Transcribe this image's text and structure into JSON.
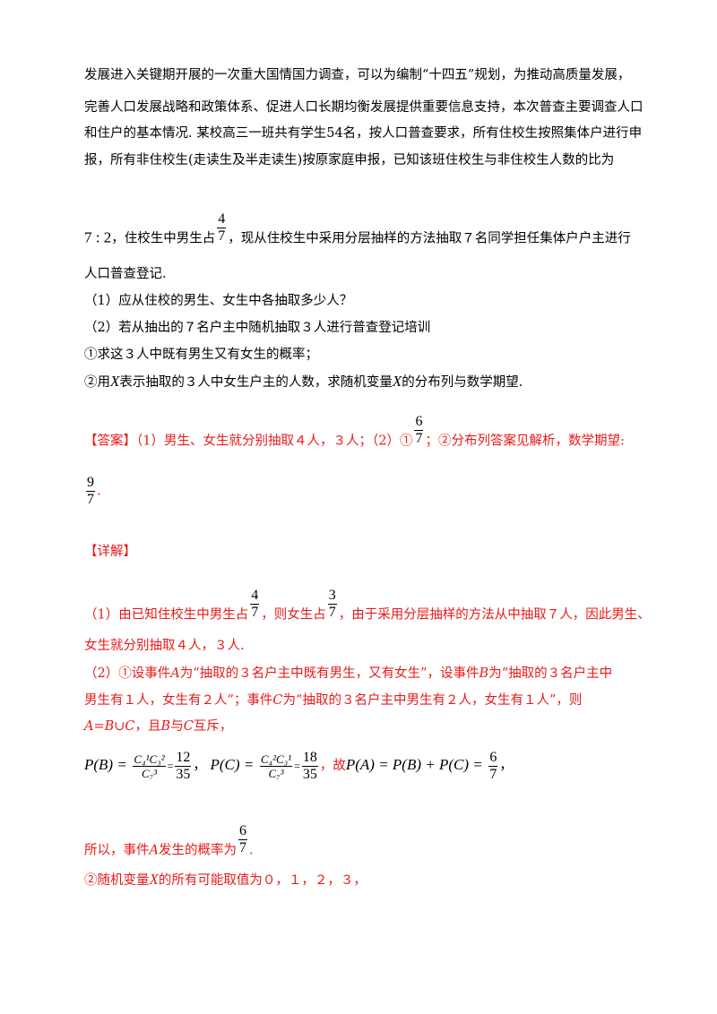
{
  "intro": {
    "line1": "发展进入关键期开展的一次重大国情国力调查，可以为编制“十四五”规划，为推动高质量发展，",
    "line2": "完善人口发展战略和政策体系、促进人口长期均衡发展提供重要信息支持，本次普查主要调查人口",
    "line3": "和住户的基本情况. 某校高三一班共有学生54名，按人口普查要求，所有住校生按照集体户进行申",
    "line4": "报，所有非住校生(走读生及半走读生)按原家庭申报，已知该班住校生与非住校生人数的比为",
    "ratio": "7 : 2",
    "line5_a": "，住校生中男生占",
    "frac_num": "4",
    "frac_den": "7",
    "line5_b": "，现从住校生中采用分层抽样的方法抽取７名同学担任集体户户主进行",
    "line6": "人口普查登记."
  },
  "questions": {
    "q1": "（1）应从住校的男生、女生中各抽取多少人？",
    "q2": "（2）若从抽出的７名户主中随机抽取３人进行普查登记培训",
    "q2a": "①求这３人中既有男生又有女生的概率；",
    "q2b_pre": "②用",
    "q2b_var": "X",
    "q2b_mid": "表示抽取的３人中女生户主的人数，求随机变量",
    "q2b_var2": "X",
    "q2b_post": "的分布列与数学期望."
  },
  "answer": {
    "label": "【答案】",
    "text_a": "（1）男生、女生就分别抽取４人，３人；（2）①",
    "frac_num": "6",
    "frac_den": "7",
    "text_b": "；②分布列答案见解析，数学期望:",
    "exp_num": "9",
    "exp_den": "7",
    "exp_post": "."
  },
  "solution": {
    "label": "【详解】",
    "p1_a": "（1）由已知住校生中男生占",
    "p1_f1_num": "4",
    "p1_f1_den": "7",
    "p1_b": "，则女生占",
    "p1_f2_num": "3",
    "p1_f2_den": "7",
    "p1_c": "，由于采用分层抽样的方法从中抽取７人，因此男生、",
    "p1_d": "女生就分别抽取４人，３人.",
    "p2_a": "（2）①设事件",
    "p2_A": "A",
    "p2_b": "为“抽取的３名户主中既有男生，又有女生”，设事件",
    "p2_B": "B",
    "p2_c": "为“抽取的３名户主中",
    "p2_d": "男生有１人，女生有２人”；事件",
    "p2_C": "C",
    "p2_e": "为“抽取的３名户主中男生有２人，女生有１人”，则",
    "p2_union": "A=B∪C",
    "p2_f": "，且",
    "p2_f_B": "B",
    "p2_f_mid": "与",
    "p2_f_C": "C",
    "p2_f_end": "互斥，",
    "pB_lhs": "P(B) =",
    "pB_num": "C₄¹C₃²",
    "pB_den": "C₇³",
    "pB_eq": "=",
    "pB_val_num": "12",
    "pB_val_den": "35",
    "sep": "，",
    "pC_lhs": "P(C) =",
    "pC_num": "C₄²C₃¹",
    "pC_den": "C₇³",
    "pC_eq": "=",
    "pC_val_num": "18",
    "pC_val_den": "35",
    "gu": "，故",
    "pA_expr": "P(A) = P(B) + P(C) =",
    "pA_num": "6",
    "pA_den": "7",
    "pA_post": "，",
    "concl_a": "所以，事件",
    "concl_A": "A",
    "concl_b": "发生的概率为",
    "concl_num": "6",
    "concl_den": "7",
    "concl_post": ".",
    "last_a": "②随机变量",
    "last_X": "X",
    "last_b": "的所有可能取值为０，１，２，３，"
  }
}
